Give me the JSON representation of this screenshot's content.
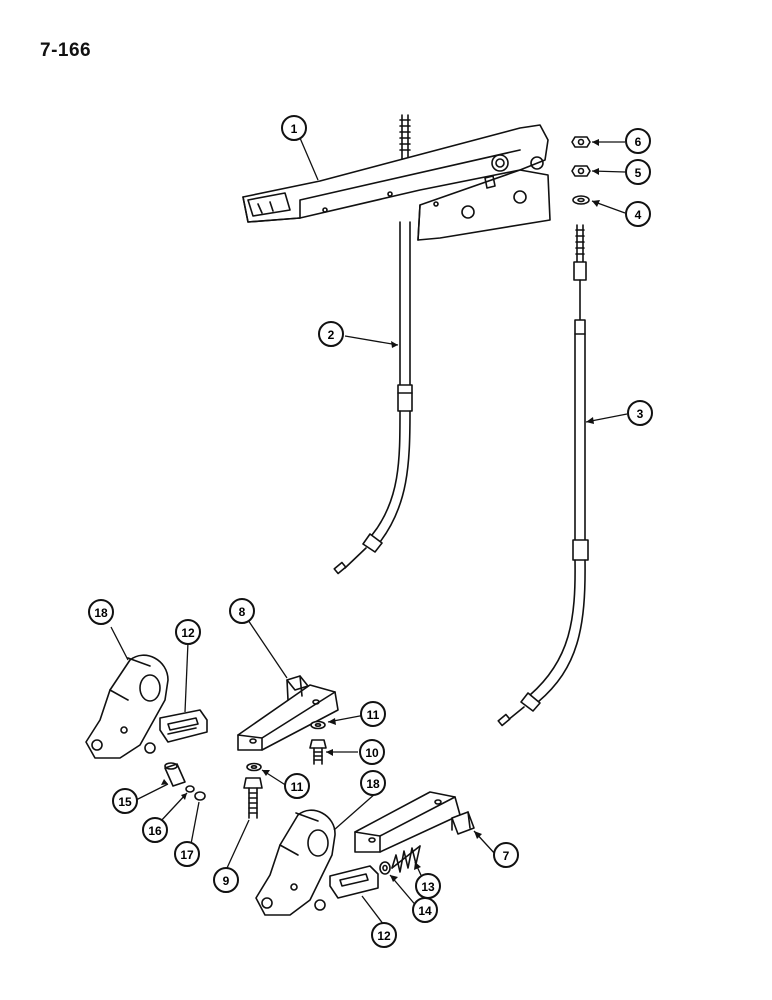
{
  "page_number": "7-166",
  "callouts": [
    {
      "id": "c1",
      "label": "1"
    },
    {
      "id": "c2",
      "label": "2"
    },
    {
      "id": "c3",
      "label": "3"
    },
    {
      "id": "c4",
      "label": "4"
    },
    {
      "id": "c5",
      "label": "5"
    },
    {
      "id": "c6",
      "label": "6"
    },
    {
      "id": "c7",
      "label": "7"
    },
    {
      "id": "c8",
      "label": "8"
    },
    {
      "id": "c9",
      "label": "9"
    },
    {
      "id": "c10",
      "label": "10"
    },
    {
      "id": "c11a",
      "label": "11"
    },
    {
      "id": "c11b",
      "label": "11"
    },
    {
      "id": "c12a",
      "label": "12"
    },
    {
      "id": "c12b",
      "label": "12"
    },
    {
      "id": "c13",
      "label": "13"
    },
    {
      "id": "c14",
      "label": "14"
    },
    {
      "id": "c15",
      "label": "15"
    },
    {
      "id": "c16",
      "label": "16"
    },
    {
      "id": "c17",
      "label": "17"
    },
    {
      "id": "c18a",
      "label": "18"
    },
    {
      "id": "c18b",
      "label": "18"
    }
  ]
}
